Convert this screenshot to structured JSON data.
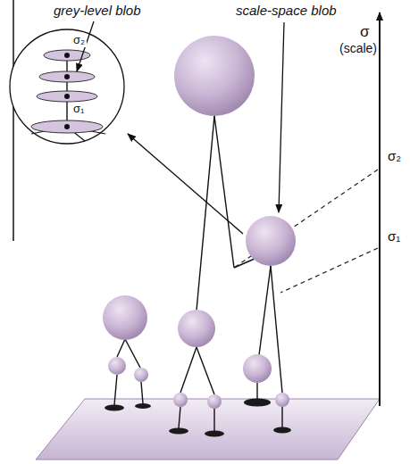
{
  "diagram": {
    "labels": [
      "grey-level blob",
      "scale-space blob",
      "σ",
      "(scale)",
      "σ₂",
      "σ₁",
      "σ₂",
      "σ₁"
    ]
  }
}
